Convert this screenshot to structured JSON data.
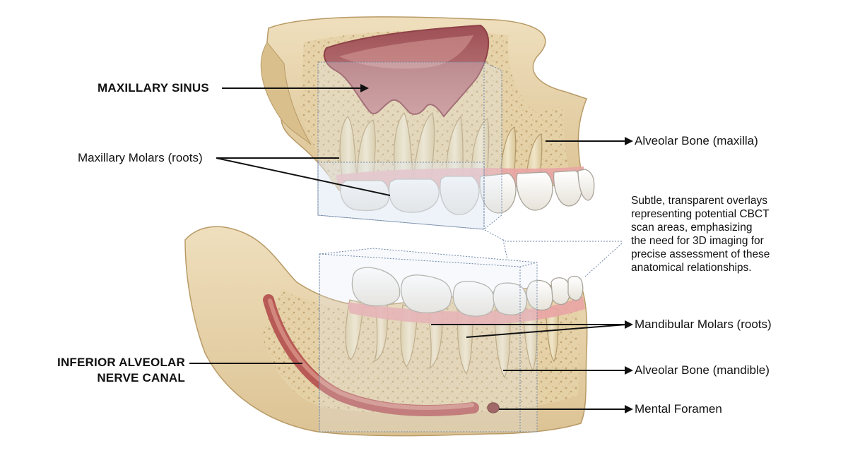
{
  "labels": {
    "maxillary_sinus": "MAXILLARY SINUS",
    "maxillary_molars": "Maxillary Molars (roots)",
    "alveolar_bone_maxilla": "Alveolar Bone (maxilla)",
    "mandibular_molars": "Mandibular Molars (roots)",
    "inferior_alveolar_line1": "INFERIOR ALVEOLAR",
    "inferior_alveolar_line2": "NERVE CANAL",
    "alveolar_bone_mandible": "Alveolar Bone (mandible)",
    "mental_foramen": "Mental Foramen"
  },
  "note": {
    "lines": [
      "Subtle, transparent overlays",
      "representing potential CBCT",
      "scan areas, emphasizing",
      "the need for 3D imaging for",
      "precise assessment of these",
      "anatomical relationships."
    ]
  },
  "colors": {
    "bone": "#e8d5ae",
    "bone_dark": "#c9ad7c",
    "sinus": "#b4666a",
    "gum": "#e9a4a4",
    "tooth": "#f7f5f0",
    "root": "#eadcb9",
    "nerve": "#c8766a",
    "overlay": "#dfe8f3"
  }
}
